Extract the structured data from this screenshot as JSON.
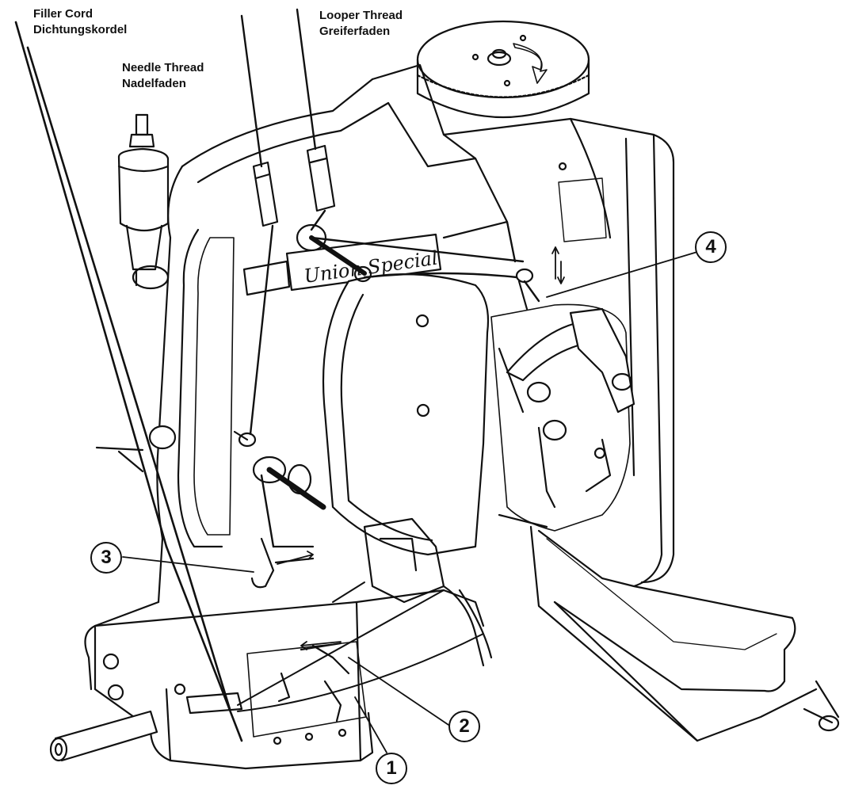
{
  "labels": {
    "filler_cord_en": "Filler Cord",
    "filler_cord_de": "Dichtungskordel",
    "needle_thread_en": "Needle Thread",
    "needle_thread_de": "Nadelfaden",
    "looper_thread_en": "Looper Thread",
    "looper_thread_de": "Greiferfaden",
    "brand_plate": "Union Special"
  },
  "callouts": {
    "c1": "1",
    "c2": "2",
    "c3": "3",
    "c4": "4"
  },
  "colors": {
    "ink": "#111111",
    "paper": "#ffffff",
    "shade": "#e6e6e6"
  }
}
